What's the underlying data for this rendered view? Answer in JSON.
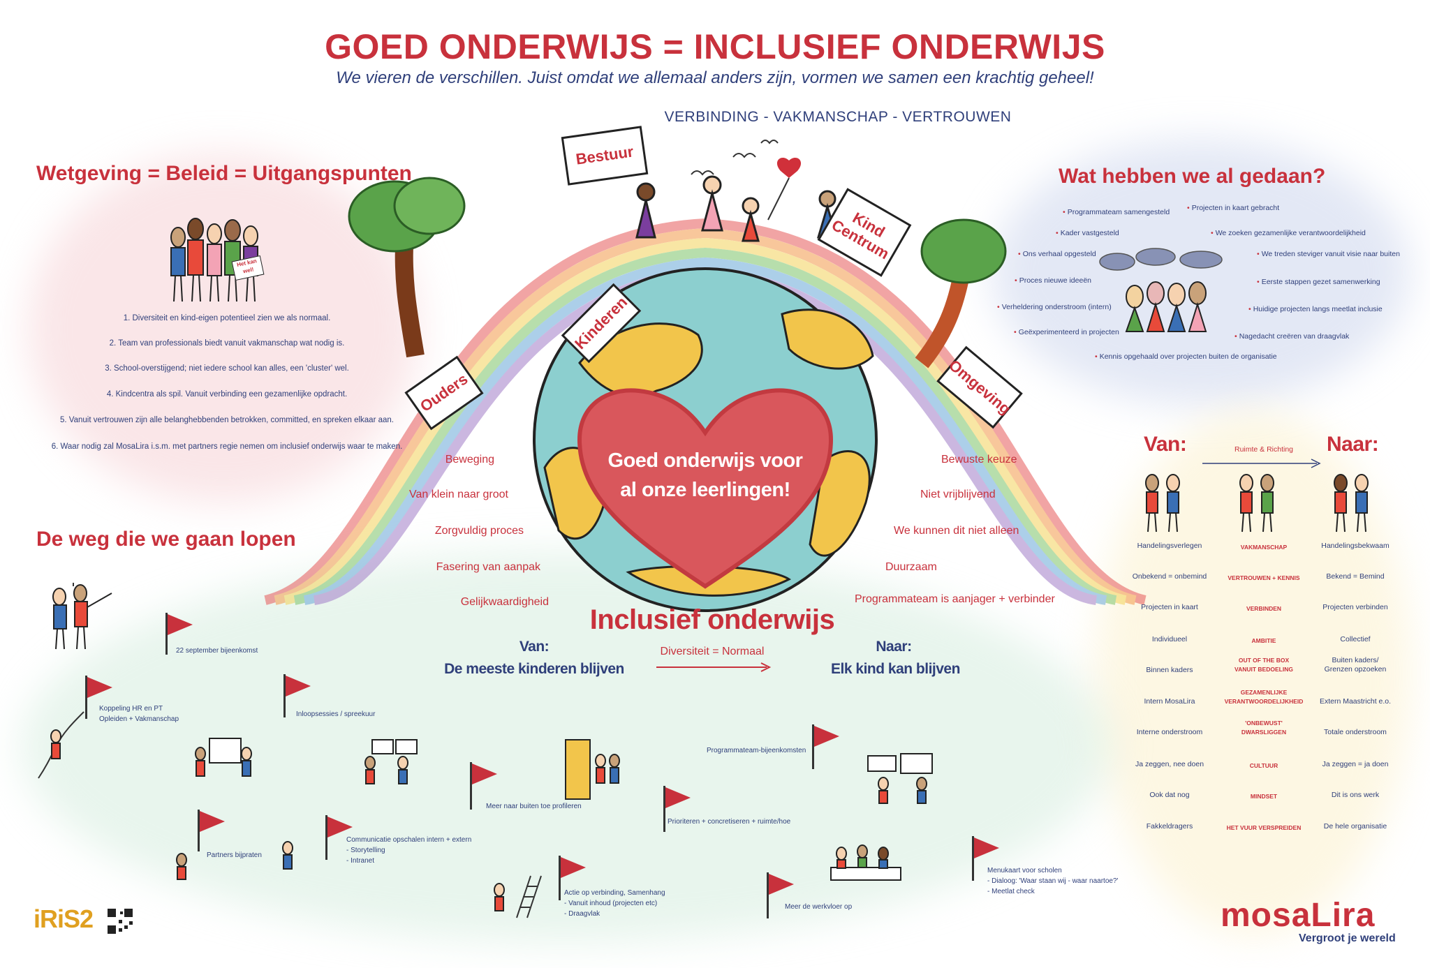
{
  "header": {
    "title": "GOED ONDERWIJS = INCLUSIEF ONDERWIJS",
    "subtitle": "We vieren de verschillen. Juist omdat we allemaal anders zijn, vormen we samen een krachtig geheel!",
    "values": "VERBINDING -  VAKMANSCHAP -  VERTROUWEN"
  },
  "left_panel": {
    "title": "Wetgeving = Beleid = Uitgangspunten",
    "sign_text": "Het kan wel!",
    "principles": [
      "1.     Diversiteit en kind-eigen potentieel zien we als normaal.",
      "2.     Team van professionals biedt vanuit vakmanschap wat nodig is.",
      "3.     School-overstijgend; niet iedere school kan alles, een 'cluster' wel.",
      "4.     Kindcentra als spil. Vanuit verbinding een gezamenlijke opdracht.",
      "5.     Vanuit vertrouwen zijn alle belanghebbenden betrokken, committed, en spreken elkaar aan.",
      "6.     Waar nodig zal MosaLira i.s.m. met partners regie nemen om inclusief onderwijs waar te maken."
    ]
  },
  "globe": {
    "heart_text_line1": "Goed onderwijs voor",
    "heart_text_line2": "al onze leerlingen!",
    "signs": [
      "Bestuur",
      "Kind Centrum",
      "Kinderen",
      "Ouders",
      "Omgeving"
    ],
    "left_words": [
      "Beweging",
      "Van klein naar groot",
      "Zorgvuldig proces",
      "Fasering van aanpak",
      "Gelijkwaardigheid"
    ],
    "right_words": [
      "Bewuste keuze",
      "Niet vrijblijvend",
      "We kunnen dit niet alleen",
      "Duurzaam",
      "Programmateam is aanjager + verbinder"
    ]
  },
  "inclusive": {
    "title": "Inclusief onderwijs",
    "van_label": "Van:",
    "van_text": "De meeste kinderen blijven",
    "middle": "Diversiteit = Normaal",
    "naar_label": "Naar:",
    "naar_text": "Elk kind kan blijven"
  },
  "done_panel": {
    "title": "Wat hebben we al gedaan?",
    "items": [
      "Programmateam samengesteld",
      "Projecten in kaart gebracht",
      "Kader vastgesteld",
      "We zoeken gezamenlijke verantwoordelijkheid",
      "Ons verhaal opgesteld",
      "We treden steviger vanuit visie naar buiten",
      "Proces nieuwe ideeën",
      "Eerste stappen gezet samenwerking",
      "Verheldering onderstroom (intern)",
      "Huidige projecten langs meetlat inclusie",
      "Geëxperimenteerd in projecten",
      "Nagedacht creëren van draagvlak",
      "Kennis opgehaald over projecten buiten de organisatie"
    ]
  },
  "van_naar": {
    "van_label": "Van:",
    "naar_label": "Naar:",
    "arrow_label": "Ruimte & Richting",
    "van_col": [
      "Handelingsverlegen",
      "Onbekend  =  onbemind",
      "Projecten in kaart",
      "Individueel",
      "Binnen kaders",
      "Intern  MosaLira",
      "Interne onderstroom",
      "Ja zeggen, nee doen",
      "Ook dat nog",
      "Fakkeldragers"
    ],
    "mid_col": [
      "VAKMANSCHAP",
      "VERTROUWEN + KENNIS",
      "VERBINDEN",
      "AMBITIE",
      "OUT OF THE BOX\nVANUIT BEDOELING",
      "GEZAMENLIJKE\nVERANTWOORDELIJKHEID",
      "'ONBEWUST'\nDWARSLIGGEN",
      "CULTUUR",
      "MINDSET",
      "HET VUUR VERSPREIDEN"
    ],
    "naar_col": [
      "Handelingsbekwaam",
      "Bekend  =  Bemind",
      "Projecten verbinden",
      "Collectief",
      "Buiten kaders/\nGrenzen opzoeken",
      "Extern Maastricht e.o.",
      "Totale onderstroom",
      "Ja zeggen = ja doen",
      "Dit is ons werk",
      "De hele organisatie"
    ]
  },
  "road": {
    "title": "De weg die we gaan lopen",
    "milestones": [
      "22 september bijeenkomst",
      "Koppeling HR en PT\nOpleiden + Vakmanschap",
      "Inloopsessies / spreekuur",
      "Partners bijpraten",
      "Communicatie opschalen intern + extern\n  -   Storytelling\n  -   Intranet",
      "Meer naar buiten toe profileren",
      "Actie op verbinding, Samenhang\n  -   Vanuit inhoud (projecten etc)\n  -   Draagvlak",
      "Programmateam-bijeenkomsten",
      "Prioriteren + concretiseren + ruimte/hoe",
      "Meer de werkvloer op",
      "Menukaart voor scholen\n  -   Dialoog: 'Waar staan wij - waar naartoe?'\n  -   Meetlat check"
    ]
  },
  "footer": {
    "iris_logo": "iRiS2",
    "brand": "mosaLira",
    "tagline": "Vergroot je wereld"
  },
  "colors": {
    "accent_red": "#c8313c",
    "navy": "#2f3f7a",
    "globe_ocean": "#8ccfcf",
    "globe_land": "#f2c54b",
    "heart": "#d9575c"
  }
}
